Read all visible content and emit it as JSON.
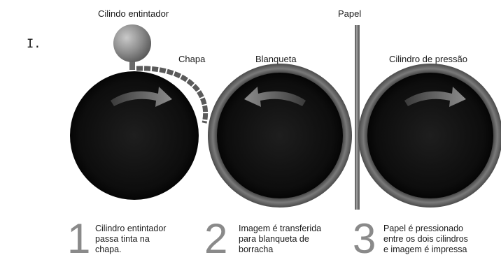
{
  "roman_marker": "I.",
  "labels": {
    "inking": "Cilindo entintador",
    "plate": "Chapa",
    "blanket": "Blanqueta",
    "paper": "Papel",
    "pressure": "Cilindro de pressão"
  },
  "steps": [
    {
      "number": "1",
      "text_lines": [
        "Cilindro entintador",
        "passa tinta na",
        "chapa."
      ]
    },
    {
      "number": "2",
      "text_lines": [
        "Imagem é transferida",
        "para blanqueta de",
        "borracha"
      ]
    },
    {
      "number": "3",
      "text_lines": [
        "Papel é pressionado",
        "entre os dois cilindros",
        "e imagem é impressa"
      ]
    }
  ],
  "arrows": {
    "plate_cylinder": "clockwise",
    "blanket_cylinder": "counterclockwise",
    "pressure_cylinder": "clockwise"
  }
}
